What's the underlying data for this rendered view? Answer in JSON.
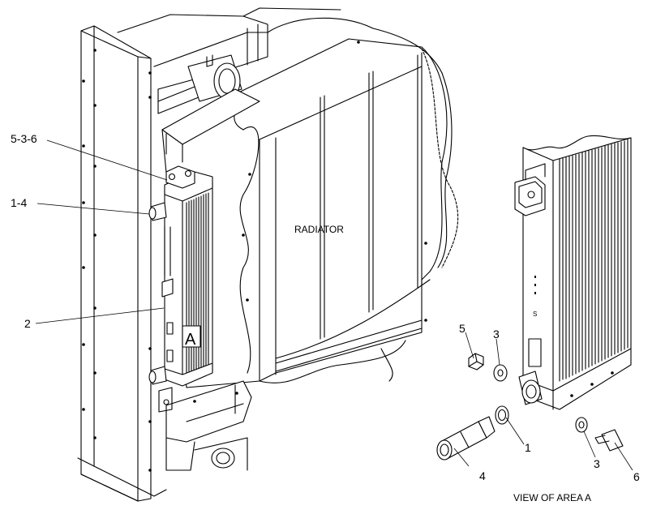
{
  "callouts": {
    "c_5_3_6": "5-3-6",
    "c_1_4": "1-4",
    "c_2": "2",
    "c_5": "5",
    "c_3a": "3",
    "c_1": "1",
    "c_4": "4",
    "c_3b": "3",
    "c_6": "6"
  },
  "labels": {
    "radiator": "RADIATOR",
    "area_marker": "A",
    "view_caption": "VIEW OF AREA A"
  }
}
